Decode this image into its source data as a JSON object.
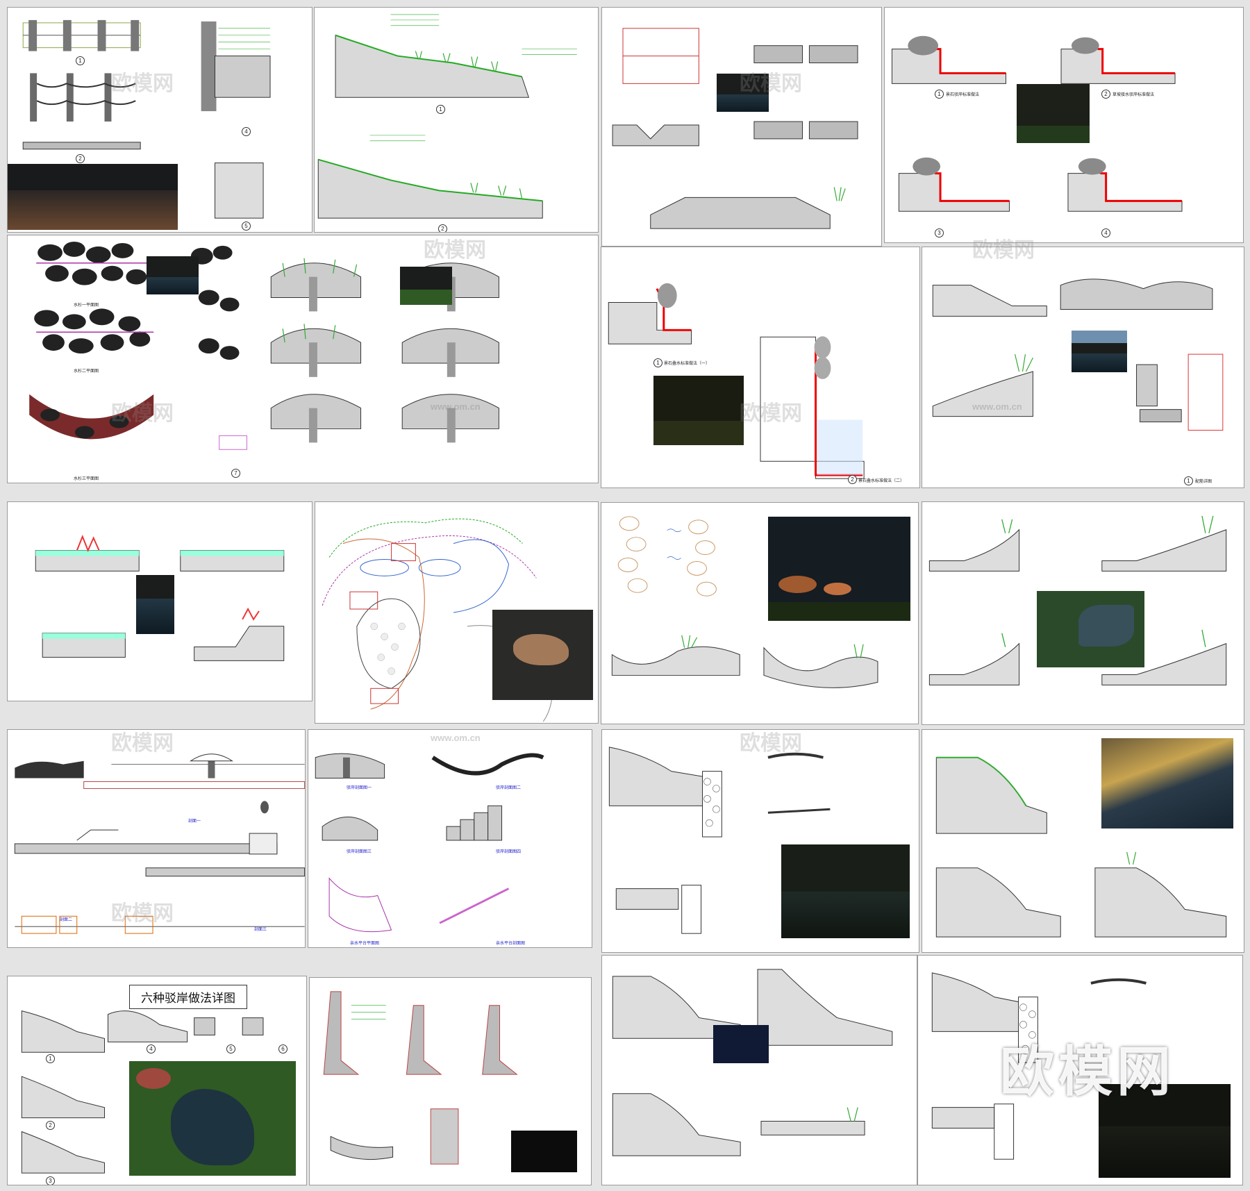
{
  "title_panel": "六种驳岸做法详图",
  "watermark": "欧模网",
  "watermark_url": "www.om.cn",
  "logo_text": "欧模网",
  "detail_numbers": [
    "1",
    "2",
    "3",
    "4",
    "5",
    "6",
    "7"
  ],
  "section_labels": {
    "s1": "剖面一",
    "s2": "剖面二",
    "s3": "剖面三",
    "b1": "驳岸剖面图一",
    "b2": "驳岸剖面图二",
    "b3": "驳岸剖面图三",
    "b4": "驳岸剖面图四",
    "t1": "亲水平台平面图",
    "t2": "亲水平台剖面图",
    "r1": "景石驳岸标准做法",
    "r2": "草坡接水驳岸标准做法",
    "r3": "景石叠水标准做法（一）",
    "r4": "景石叠水标准做法（二）",
    "st1": "水杉一平面图",
    "st2": "水杉二平面图",
    "st3": "水杉三平面图",
    "dt": "配筋详图"
  }
}
